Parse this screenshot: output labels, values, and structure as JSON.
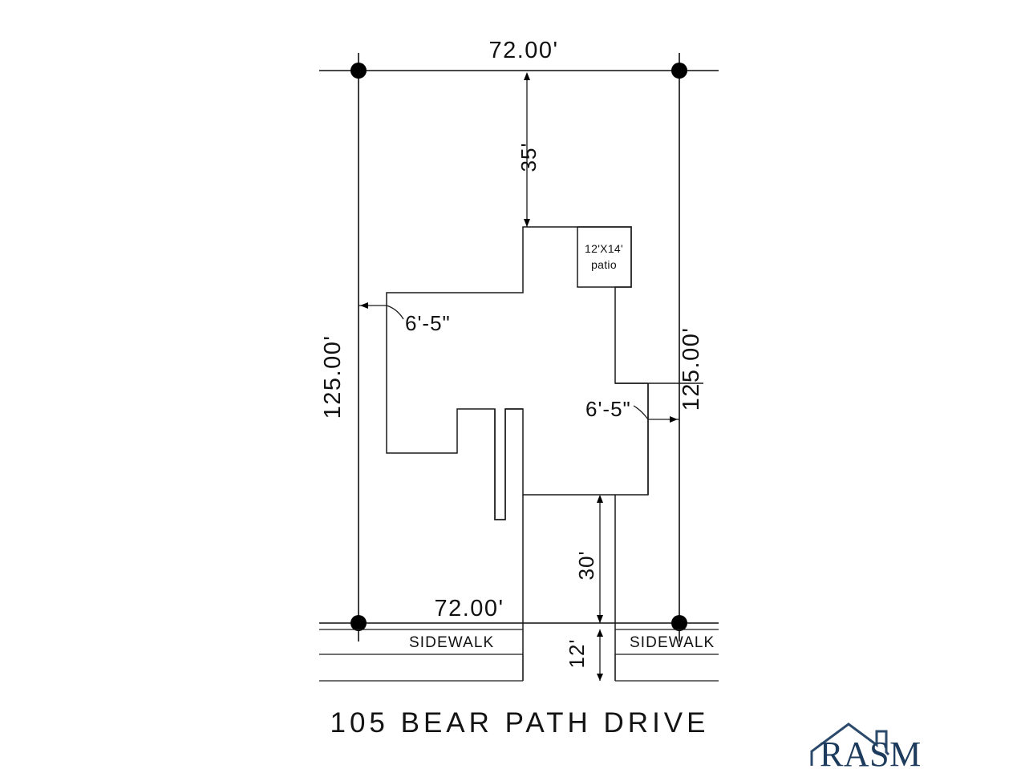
{
  "drawing": {
    "type": "site-plan",
    "title": "105 BEAR PATH DRIVE",
    "lot": {
      "top_width": "72.00'",
      "bottom_width": "72.00'",
      "left_depth": "125.00'",
      "right_depth": "125.00'"
    },
    "setbacks": {
      "front_to_house": "35'",
      "left_side": "6'-5\"",
      "right_side": "6'-5\"",
      "rear_house_to_sidewalk": "30'",
      "sidewalk_to_curb": "12'"
    },
    "features": {
      "patio_size": "12'X14'",
      "patio_label": "patio",
      "sidewalk_left": "SIDEWALK",
      "sidewalk_right": "SIDEWALK"
    }
  },
  "logo": {
    "brand": "RASM",
    "icon": "house-outline-icon"
  },
  "colors": {
    "line": "#0d0d0d",
    "text": "#111111",
    "brand": "#1d3b5c"
  }
}
